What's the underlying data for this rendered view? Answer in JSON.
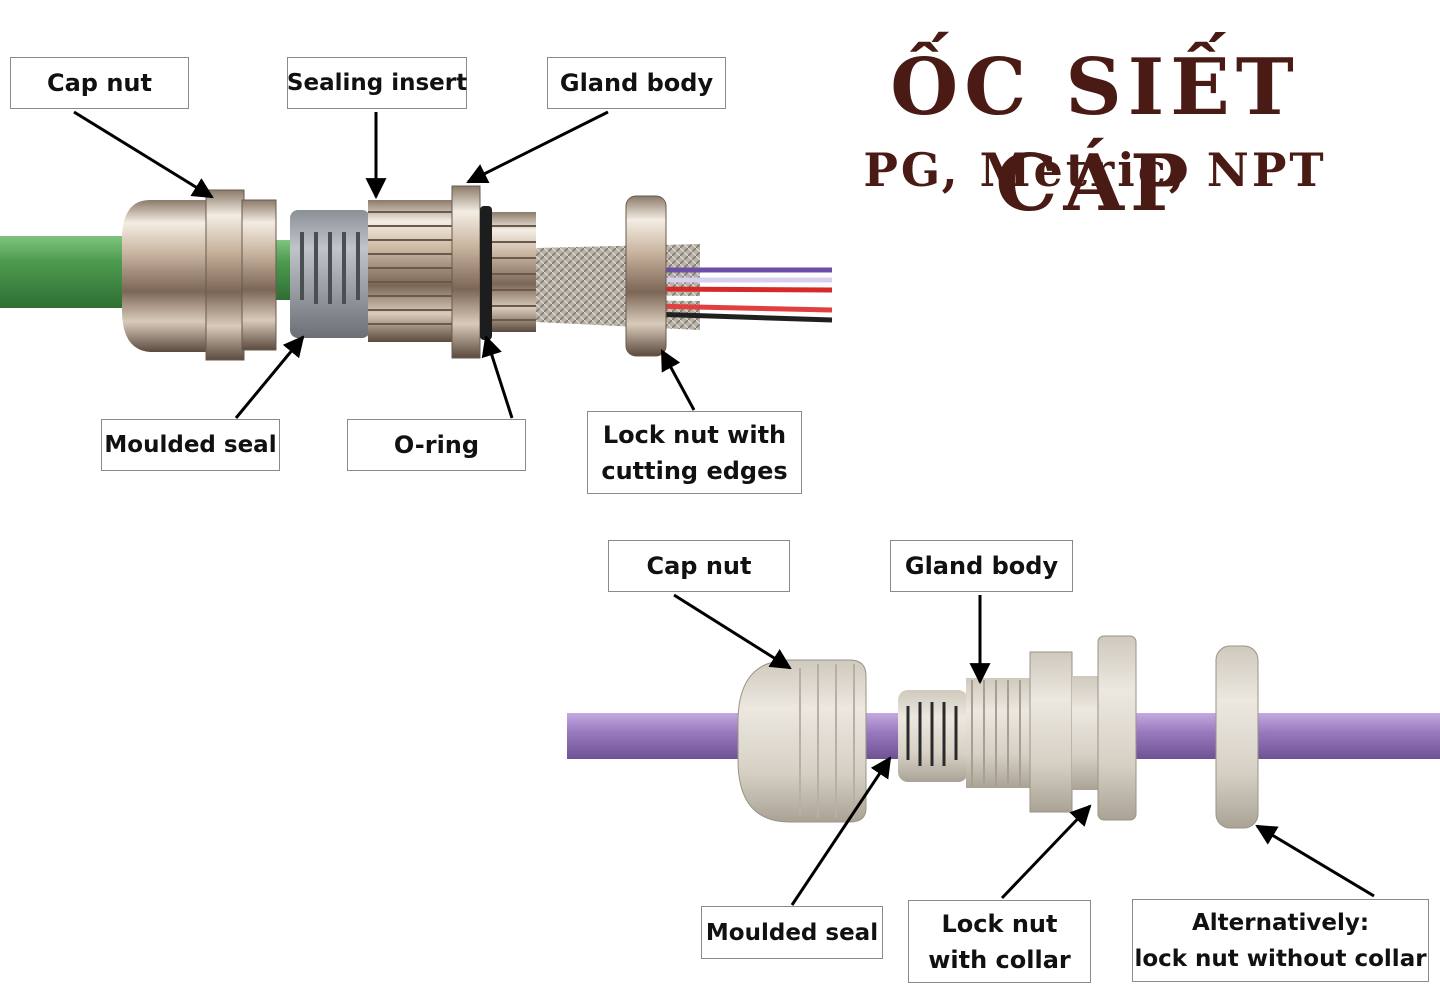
{
  "title": {
    "main": "ỐC SIẾT CÁP",
    "sub": "PG, Metric, NPT",
    "color": "#4a1a14"
  },
  "metal_gland": {
    "cable_color": "#4e9c50",
    "labels": {
      "cap_nut": "Cap nut",
      "sealing_insert": "Sealing insert",
      "gland_body": "Gland body",
      "moulded_seal": "Moulded seal",
      "o_ring": "O-ring",
      "lock_nut_line1": "Lock nut with",
      "lock_nut_line2": "cutting edges"
    }
  },
  "plastic_gland": {
    "cable_color": "#9b7bc0",
    "labels": {
      "cap_nut": "Cap nut",
      "gland_body": "Gland body",
      "moulded_seal": "Moulded seal",
      "lock_nut_collar_line1": "Lock nut",
      "lock_nut_collar_line2": "with collar",
      "alt_line1": "Alternatively:",
      "alt_line2": "lock nut without collar"
    }
  }
}
